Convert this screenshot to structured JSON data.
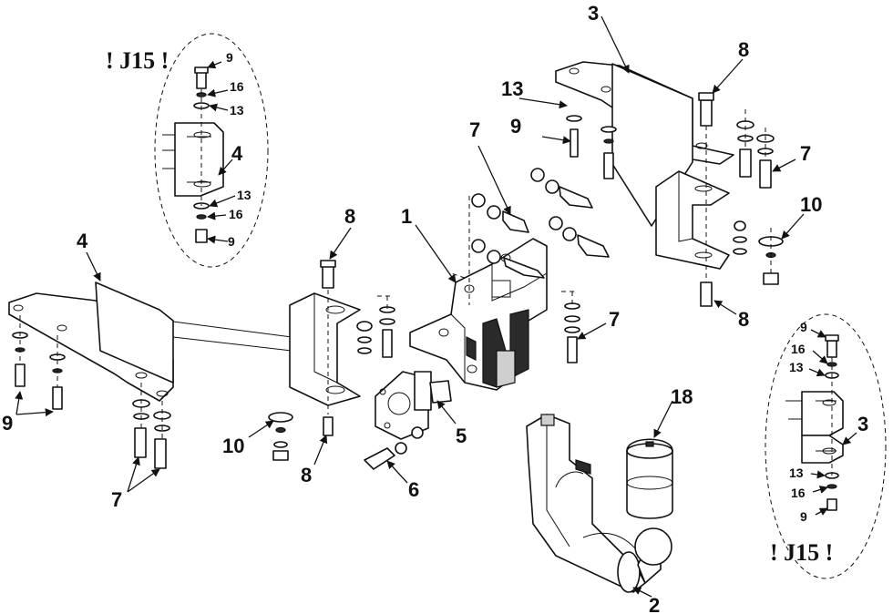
{
  "warning_label": "! J15 !",
  "callouts": {
    "c1": "1",
    "c2": "2",
    "c3": "3",
    "c4": "4",
    "c5": "5",
    "c6": "6",
    "c7": "7",
    "c8": "8",
    "c9": "9",
    "c10": "10",
    "c13": "13",
    "c16": "16",
    "c18": "18"
  }
}
